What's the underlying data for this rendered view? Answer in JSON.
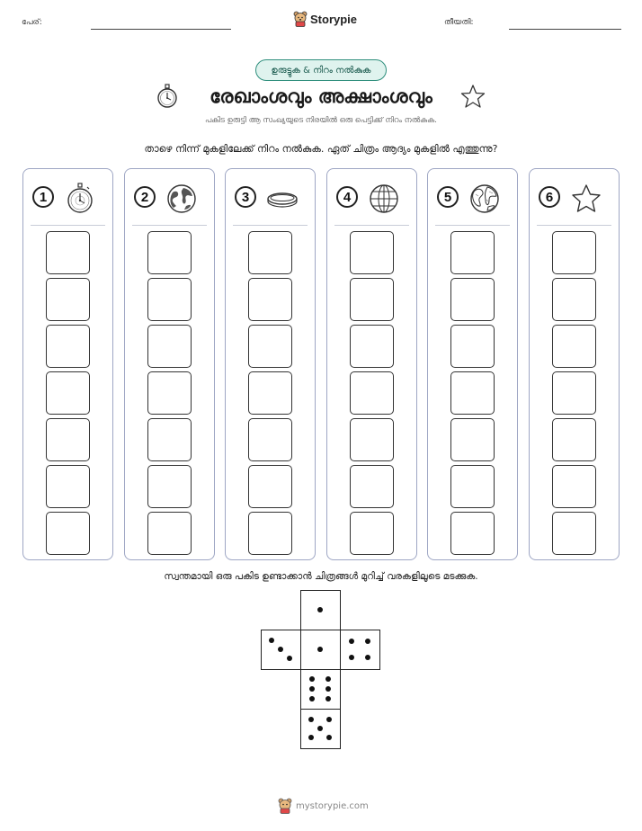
{
  "header": {
    "name_label": "പേര്:",
    "date_label": "തീയതി:",
    "brand": "Storypie",
    "brand_icon": "bear-mascot-icon"
  },
  "badge": "ഉരുട്ടുക & നിറം നൽകുക",
  "title": "രേഖാംശവും അക്ഷാംശവും",
  "title_icons": [
    "stopwatch-icon",
    "star-icon"
  ],
  "subtitle": "പകിട ഉരുട്ടി ആ സംഖ്യയുടെ നിരയിൽ ഒരു പെട്ടിക്ക് നിറം നൽകുക.",
  "instruction": "താഴെ നിന്ന് മുകളിലേക്ക് നിറം നൽകുക. ഏത് ചിത്രം ആദ്യം മുകളിൽ എത്തുന്നു?",
  "columns": [
    {
      "number": "1",
      "icon": "stopwatch-icon",
      "boxes": 7
    },
    {
      "number": "2",
      "icon": "globe-icon",
      "boxes": 7
    },
    {
      "number": "3",
      "icon": "ring-icon",
      "boxes": 7
    },
    {
      "number": "4",
      "icon": "wireframe-globe-icon",
      "boxes": 7
    },
    {
      "number": "5",
      "icon": "earth-icon",
      "boxes": 7
    },
    {
      "number": "6",
      "icon": "star-icon",
      "boxes": 7
    }
  ],
  "fold_instruction": "സ്വന്തമായി ഒരു പകിട ഉണ്ടാക്കാൻ ചിത്രങ്ങൾ മുറിച്ച് വരകളിലൂടെ മടക്കുക.",
  "die_net": [
    1,
    3,
    1,
    4,
    6,
    5
  ],
  "footer": "mystorypie.com"
}
